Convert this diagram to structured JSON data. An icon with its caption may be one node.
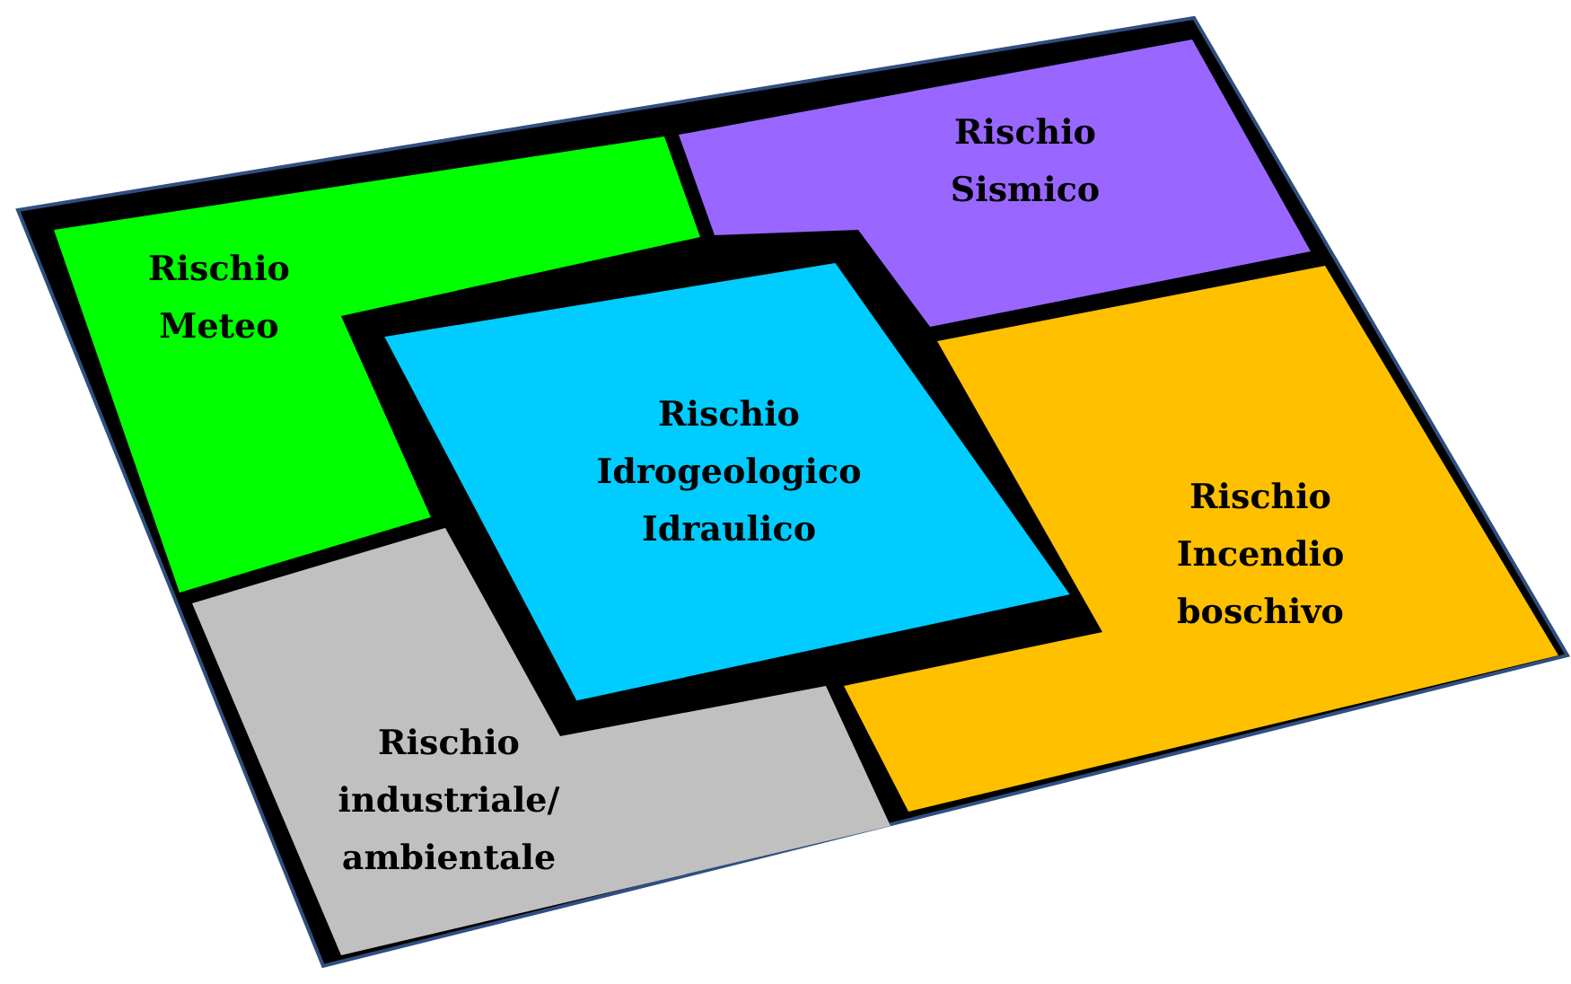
{
  "diagram": {
    "nodes": [
      {
        "text": [
          "Rischio Meteo"
        ]
      },
      {
        "text": [
          "Rischio Sismico"
        ]
      },
      {
        "text": [
          "Rischio Idrogeologico Idraulico"
        ]
      },
      {
        "text": [
          "Rischio Incendio boschivo"
        ]
      },
      {
        "text": [
          "Rischio industriale/ ambientale"
        ]
      }
    ]
  }
}
